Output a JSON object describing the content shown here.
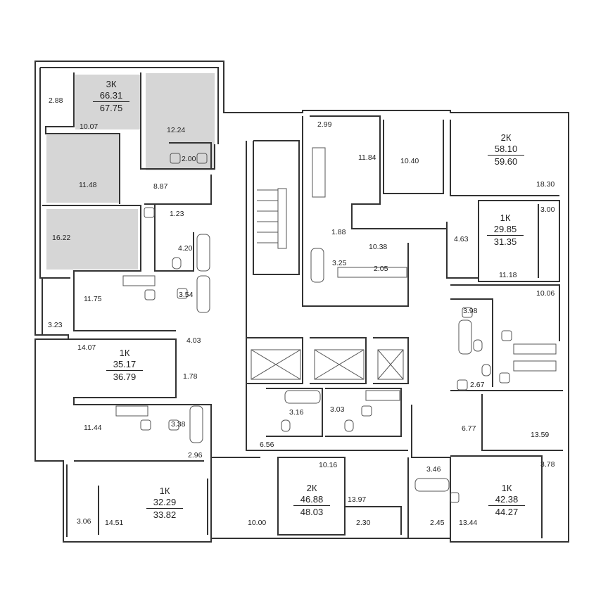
{
  "apartments": [
    {
      "type": "3К",
      "living": "66.31",
      "total": "67.75"
    },
    {
      "type": "2К",
      "living": "58.10",
      "total": "59.60"
    },
    {
      "type": "1К",
      "living": "29.85",
      "total": "31.35"
    },
    {
      "type": "1К",
      "living": "35.17",
      "total": "36.79"
    },
    {
      "type": "1К",
      "living": "32.29",
      "total": "33.82"
    },
    {
      "type": "2К",
      "living": "46.88",
      "total": "48.03"
    },
    {
      "type": "1К",
      "living": "42.38",
      "total": "44.27"
    }
  ],
  "rooms": [
    "2.88",
    "10.07",
    "12.24",
    "2.00",
    "11.48",
    "8.87",
    "1.23",
    "16.22",
    "4.20",
    "2.99",
    "11.84",
    "10.40",
    "18.30",
    "1.88",
    "3.00",
    "10.38",
    "4.63",
    "3.25",
    "2.05",
    "11.18",
    "10.06",
    "11.75",
    "3.54",
    "3.98",
    "3.23",
    "4.03",
    "14.07",
    "1.78",
    "2.67",
    "3.16",
    "3.03",
    "11.44",
    "3.38",
    "6.77",
    "13.59",
    "6.56",
    "2.96",
    "10.16",
    "3.46",
    "3.78",
    "13.97",
    "3.06",
    "14.51",
    "10.00",
    "2.30",
    "2.45",
    "13.44"
  ],
  "colors": {
    "wall": "#333333",
    "highlight": "#d6d6d6",
    "background": "#ffffff",
    "fixture": "#555555"
  }
}
